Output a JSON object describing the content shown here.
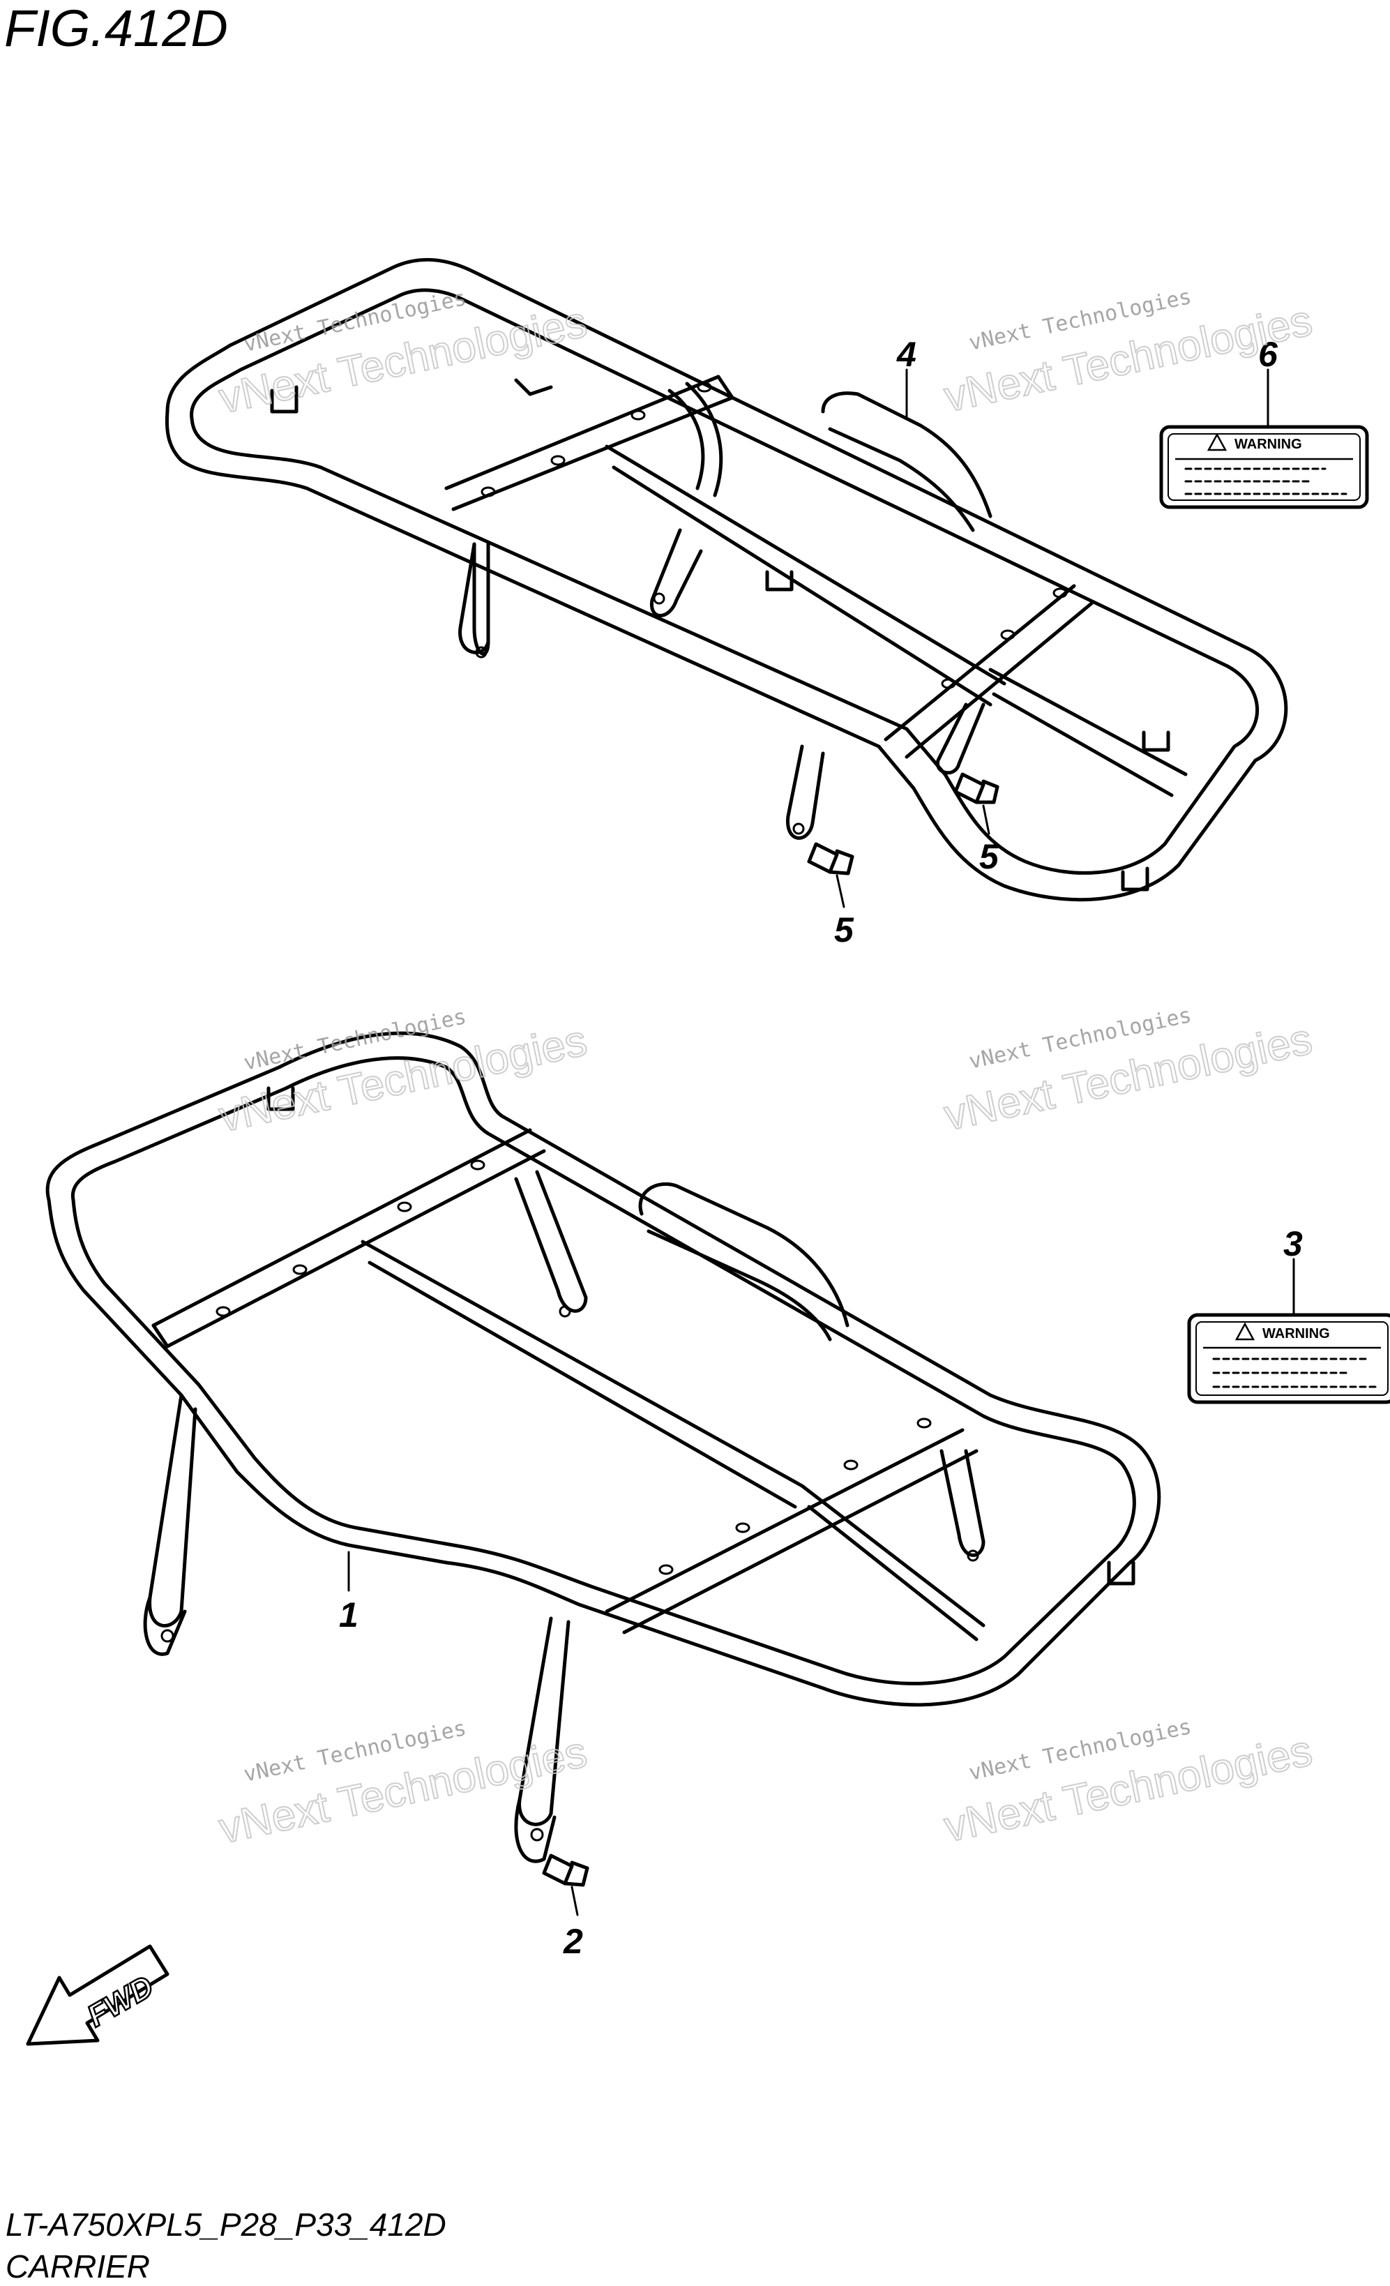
{
  "figure": {
    "title": "FIG.412D",
    "model_code": "LT-A750XPL5_P28_P33_412D",
    "section": "CARRIER"
  },
  "callouts": [
    {
      "id": "1",
      "part": "front carrier"
    },
    {
      "id": "2",
      "part": "front carrier bolt"
    },
    {
      "id": "3",
      "part": "front warning label"
    },
    {
      "id": "4",
      "part": "rear carrier"
    },
    {
      "id": "5",
      "part": "rear carrier bolt"
    },
    {
      "id": "6",
      "part": "rear warning label"
    }
  ],
  "labels": {
    "warning_text": "WARNING"
  },
  "direction_arrow": "FWD",
  "watermark": {
    "line1": "vNext Technologies",
    "line2": "vNext Technologies"
  },
  "colors": {
    "line": "#000000",
    "background": "#ffffff",
    "watermark": "#b4b4b4"
  }
}
